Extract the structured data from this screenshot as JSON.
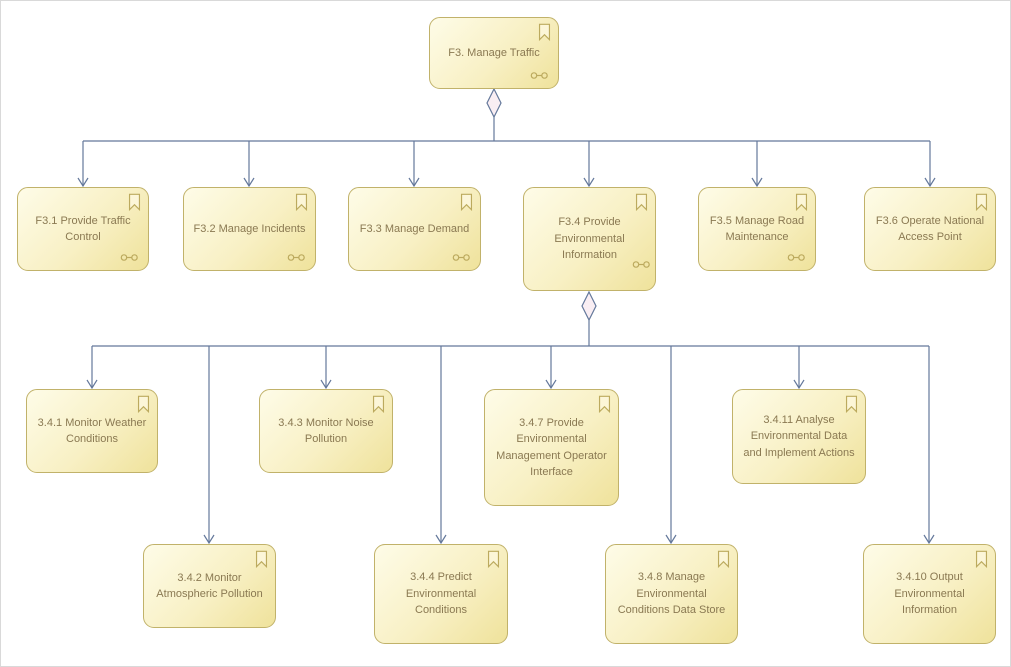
{
  "diagram": {
    "type": "functional-decomposition-tree",
    "relationship_type": "aggregation",
    "colors": {
      "node_fill_light": "#FEFCE8",
      "node_fill_dark": "#EFE29B",
      "node_border": "#C1B26A",
      "node_text": "#8A7952",
      "connector": "#64789B",
      "diamond_fill": "#F9EEF3"
    },
    "icons": {
      "corner": "bookmark-icon",
      "decoration": "chain-link-icon"
    },
    "nodes": [
      {
        "id": "F3",
        "label": "F3. Manage Traffic",
        "chain_icon": true
      },
      {
        "id": "F3.1",
        "label": "F3.1 Provide Traffic Control",
        "chain_icon": true
      },
      {
        "id": "F3.2",
        "label": "F3.2 Manage Incidents",
        "chain_icon": true
      },
      {
        "id": "F3.3",
        "label": "F3.3 Manage Demand",
        "chain_icon": true
      },
      {
        "id": "F3.4",
        "label": "F3.4 Provide Environmental Information",
        "chain_icon": true
      },
      {
        "id": "F3.5",
        "label": "F3.5 Manage Road Maintenance",
        "chain_icon": true
      },
      {
        "id": "F3.6",
        "label": "F3.6 Operate National Access Point",
        "chain_icon": false
      },
      {
        "id": "3.4.1",
        "label": "3.4.1 Monitor Weather Conditions",
        "chain_icon": false
      },
      {
        "id": "3.4.3",
        "label": "3.4.3 Monitor Noise Pollution",
        "chain_icon": false
      },
      {
        "id": "3.4.7",
        "label": "3.4.7 Provide Environmental Management Operator Interface",
        "chain_icon": false
      },
      {
        "id": "3.4.11",
        "label": "3.4.11 Analyse Environmental Data and Implement Actions",
        "chain_icon": false
      },
      {
        "id": "3.4.2",
        "label": "3.4.2 Monitor Atmospheric Pollution",
        "chain_icon": false
      },
      {
        "id": "3.4.4",
        "label": "3.4.4 Predict Environmental Conditions",
        "chain_icon": false
      },
      {
        "id": "3.4.8",
        "label": "3.4.8 Manage Environmental Conditions Data Store",
        "chain_icon": false
      },
      {
        "id": "3.4.10",
        "label": "3.4.10 Output Environmental Information",
        "chain_icon": false
      }
    ],
    "edges": [
      {
        "from": "F3",
        "to": "F3.1",
        "type": "aggregation"
      },
      {
        "from": "F3",
        "to": "F3.2",
        "type": "aggregation"
      },
      {
        "from": "F3",
        "to": "F3.3",
        "type": "aggregation"
      },
      {
        "from": "F3",
        "to": "F3.4",
        "type": "aggregation"
      },
      {
        "from": "F3",
        "to": "F3.5",
        "type": "aggregation"
      },
      {
        "from": "F3",
        "to": "F3.6",
        "type": "aggregation"
      },
      {
        "from": "F3.4",
        "to": "3.4.1",
        "type": "aggregation"
      },
      {
        "from": "F3.4",
        "to": "3.4.2",
        "type": "aggregation"
      },
      {
        "from": "F3.4",
        "to": "3.4.3",
        "type": "aggregation"
      },
      {
        "from": "F3.4",
        "to": "3.4.4",
        "type": "aggregation"
      },
      {
        "from": "F3.4",
        "to": "3.4.7",
        "type": "aggregation"
      },
      {
        "from": "F3.4",
        "to": "3.4.8",
        "type": "aggregation"
      },
      {
        "from": "F3.4",
        "to": "3.4.10",
        "type": "aggregation"
      },
      {
        "from": "F3.4",
        "to": "3.4.11",
        "type": "aggregation"
      }
    ]
  }
}
